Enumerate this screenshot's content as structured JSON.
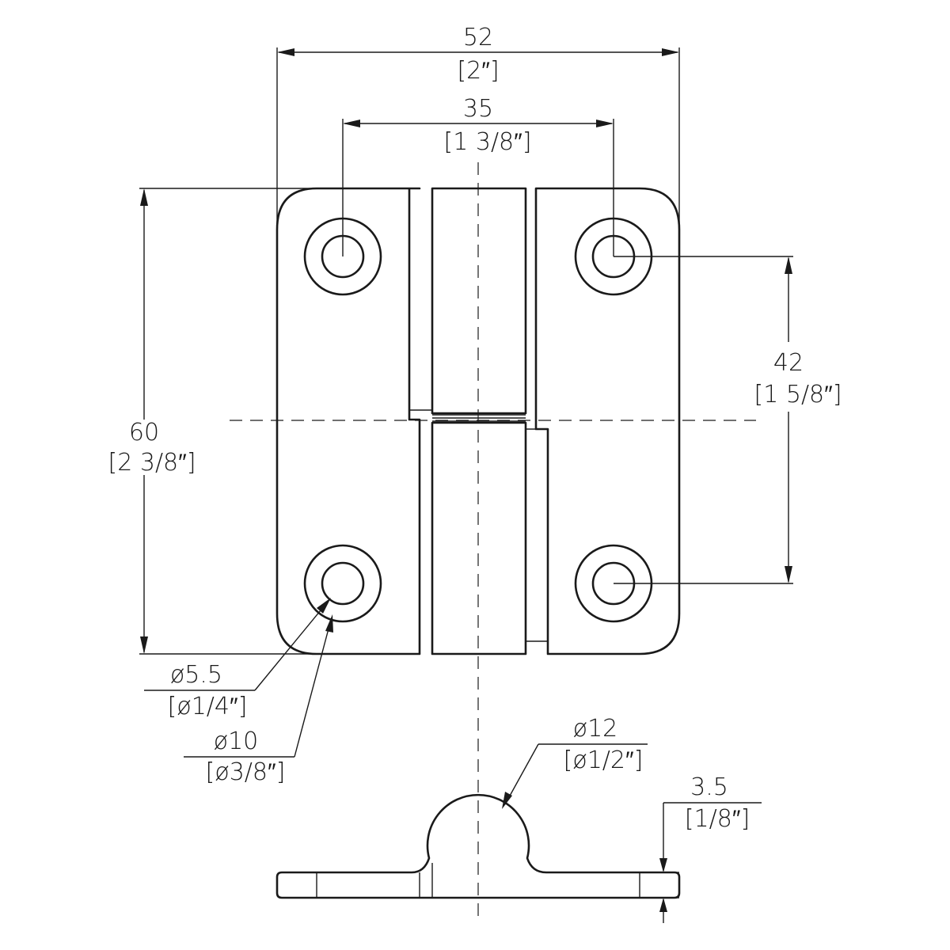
{
  "dimensions": {
    "overall_width": {
      "metric": "52",
      "imperial": "[2″]"
    },
    "hole_spacing_horizontal": {
      "metric": "35",
      "imperial": "[1 3/8″]"
    },
    "overall_height": {
      "metric": "60",
      "imperial": "[2 3/8″]"
    },
    "hole_spacing_vertical": {
      "metric": "42",
      "imperial": "[1 5/8″]"
    },
    "hole_diameter": {
      "metric": "ø5.5",
      "imperial": "[ø1/4″]"
    },
    "counterbore_diameter": {
      "metric": "ø10",
      "imperial": "[ø3/8″]"
    },
    "knuckle_diameter": {
      "metric": "ø12",
      "imperial": "[ø1/2″]"
    },
    "leaf_thickness": {
      "metric": "3.5",
      "imperial": "[1/8″]"
    }
  },
  "colors": {
    "line": "#1a1a1a",
    "background": "#ffffff"
  }
}
